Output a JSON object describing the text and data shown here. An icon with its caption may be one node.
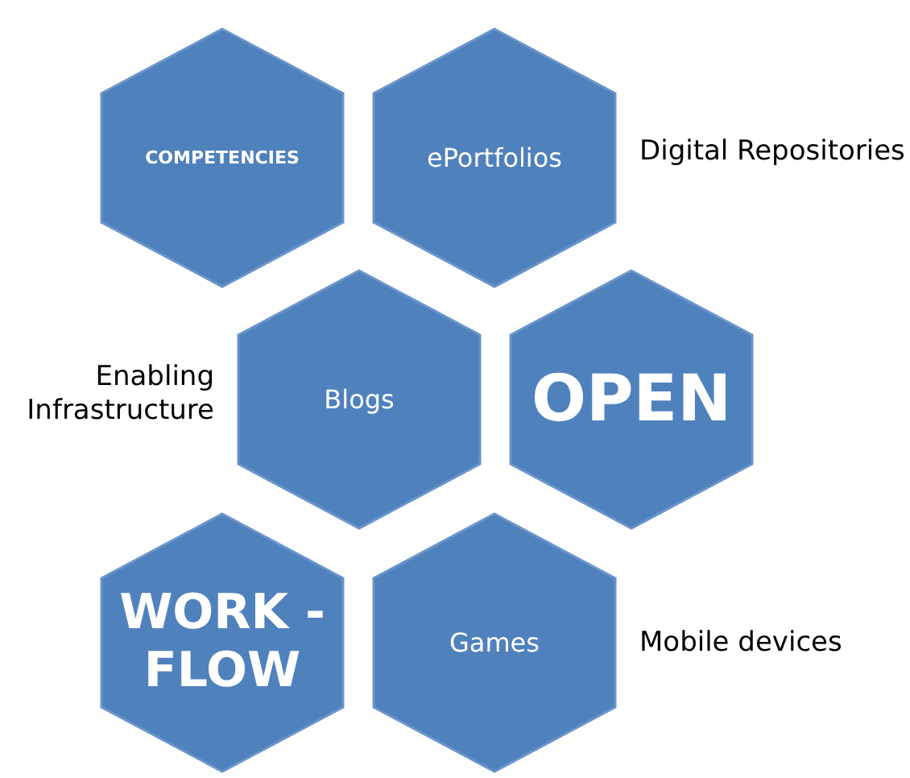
{
  "diagram": {
    "nodes": [
      {
        "text": [
          "COMPETENCIES"
        ]
      },
      {
        "text": [
          "ePortfolios"
        ],
        "beside": [
          "Digital Repositories"
        ]
      },
      {
        "text": [
          "Blogs"
        ],
        "beside": [
          "Enabling Infrastructure"
        ]
      },
      {
        "text": [
          "OPEN"
        ]
      },
      {
        "text": [
          "WORK -FLOW"
        ]
      },
      {
        "text": [
          "Games"
        ],
        "beside": [
          "Mobile devices"
        ]
      }
    ]
  }
}
